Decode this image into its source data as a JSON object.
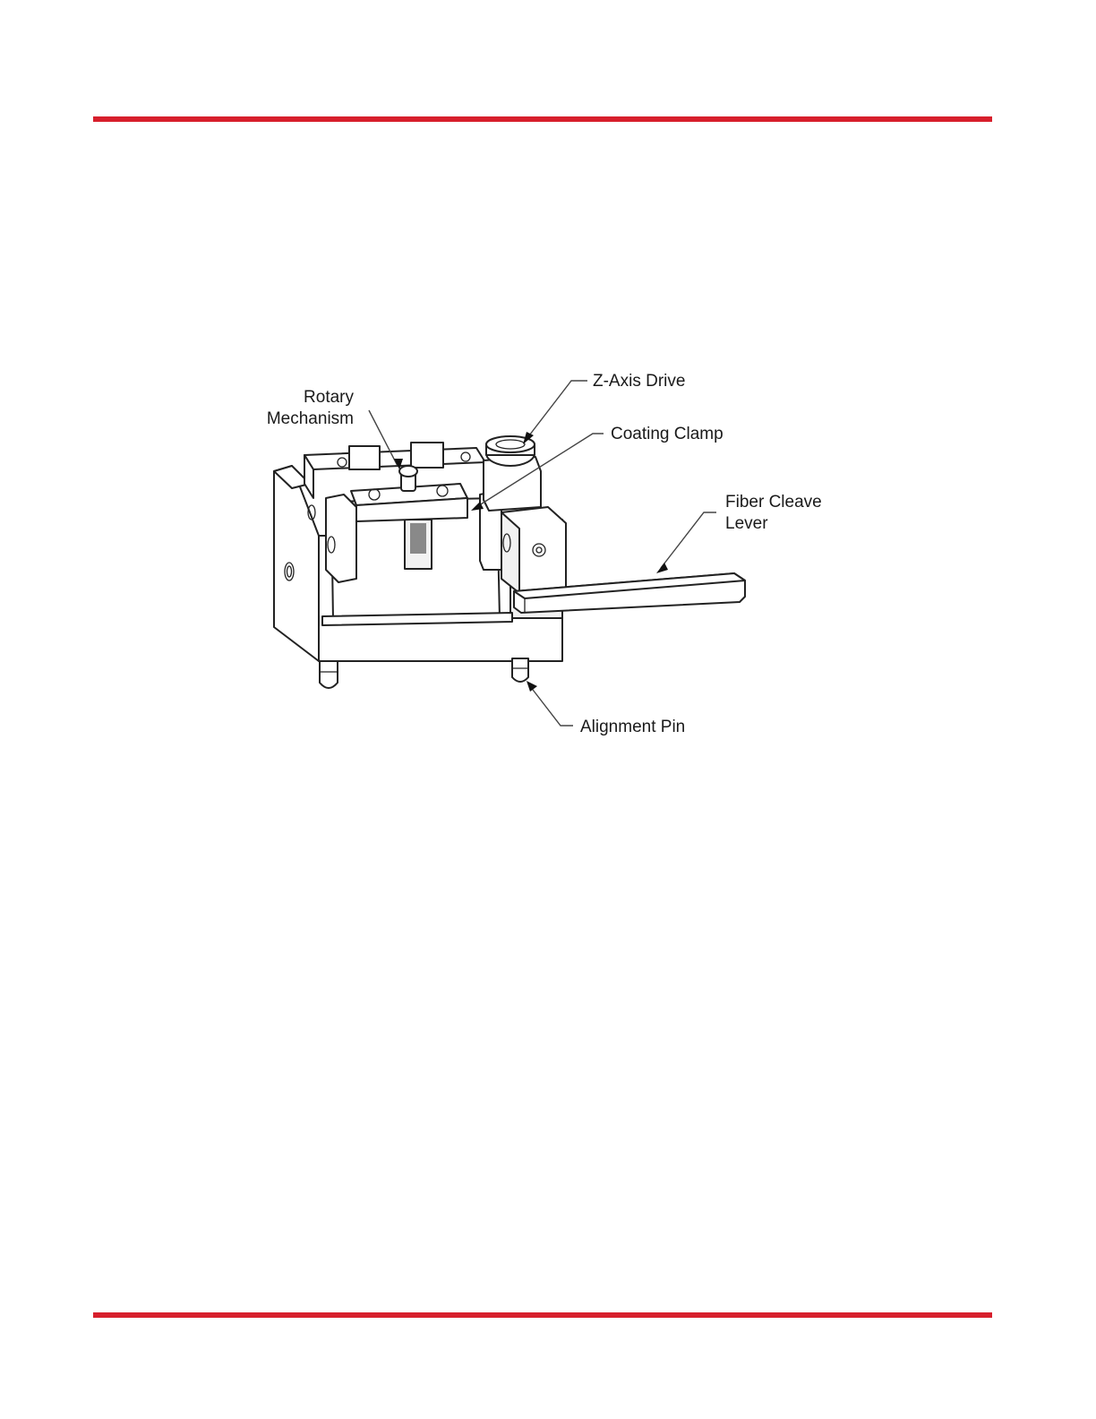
{
  "page": {
    "accent_color": "#d71f2c"
  },
  "figure": {
    "callouts": {
      "z_axis_drive": "Z-Axis Drive",
      "rotary_line1": "Rotary",
      "rotary_line2": "Mechanism",
      "coating_clamp": "Coating Clamp",
      "fiber_line1": "Fiber Cleave",
      "fiber_line2": "Lever",
      "alignment_pin": "Alignment Pin"
    }
  }
}
